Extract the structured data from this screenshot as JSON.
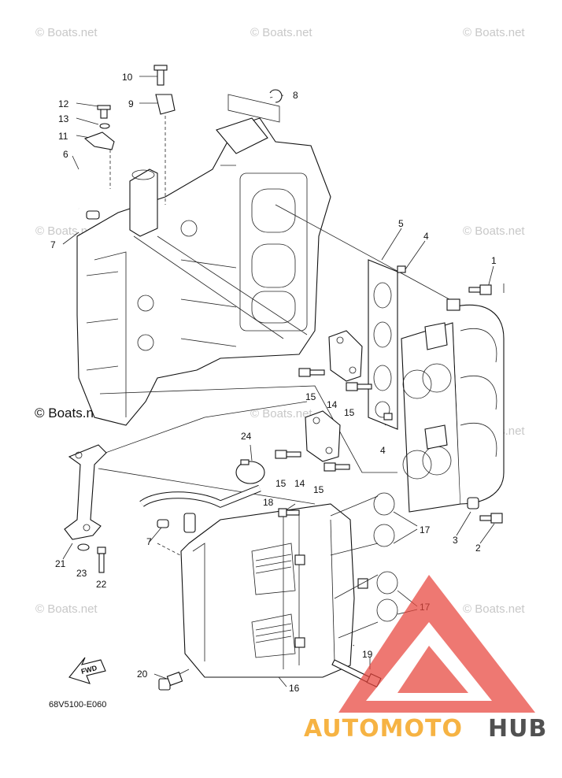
{
  "watermark": {
    "text": "© Boats.net",
    "main_text": "© Boats.net"
  },
  "diagram_code": "68V5100-E060",
  "fwd_label": "FWD",
  "logo": {
    "text_a": "AUTOMOTO",
    "text_b": "HUB",
    "color_a": "#f5a623",
    "color_b": "#333333",
    "triangle_color": "#e8453c"
  },
  "callouts": [
    {
      "id": "c10",
      "label": "10"
    },
    {
      "id": "c9",
      "label": "9"
    },
    {
      "id": "c8",
      "label": "8"
    },
    {
      "id": "c12",
      "label": "12"
    },
    {
      "id": "c13",
      "label": "13"
    },
    {
      "id": "c11",
      "label": "11"
    },
    {
      "id": "c6",
      "label": "6"
    },
    {
      "id": "c7a",
      "label": "7"
    },
    {
      "id": "c5",
      "label": "5"
    },
    {
      "id": "c4a",
      "label": "4"
    },
    {
      "id": "c1",
      "label": "1"
    },
    {
      "id": "c15a",
      "label": "15"
    },
    {
      "id": "c14a",
      "label": "14"
    },
    {
      "id": "c15b",
      "label": "15"
    },
    {
      "id": "c4b",
      "label": "4"
    },
    {
      "id": "c24",
      "label": "24"
    },
    {
      "id": "c15c",
      "label": "15"
    },
    {
      "id": "c14b",
      "label": "14"
    },
    {
      "id": "c15d",
      "label": "15"
    },
    {
      "id": "c18",
      "label": "18"
    },
    {
      "id": "c17a",
      "label": "17"
    },
    {
      "id": "c3",
      "label": "3"
    },
    {
      "id": "c2",
      "label": "2"
    },
    {
      "id": "c7b",
      "label": "7"
    },
    {
      "id": "c21",
      "label": "21"
    },
    {
      "id": "c23",
      "label": "23"
    },
    {
      "id": "c22",
      "label": "22"
    },
    {
      "id": "c17b",
      "label": "17"
    },
    {
      "id": "c19",
      "label": "19"
    },
    {
      "id": "c20",
      "label": "20"
    },
    {
      "id": "c16",
      "label": "16"
    }
  ]
}
